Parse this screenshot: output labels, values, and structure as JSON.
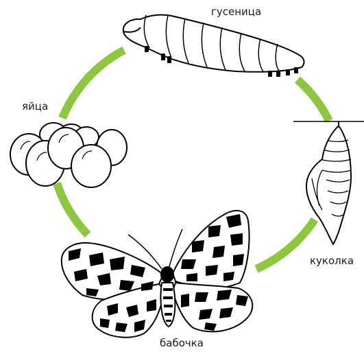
{
  "diagram": {
    "stages": [
      {
        "key": "caterpillar",
        "label": "гусеница"
      },
      {
        "key": "pupa",
        "label": "куколка"
      },
      {
        "key": "butterfly",
        "label": "бабочка"
      },
      {
        "key": "eggs",
        "label": "яйца"
      }
    ],
    "arrow_color": "#8dc63f",
    "line_color": "#000000"
  }
}
